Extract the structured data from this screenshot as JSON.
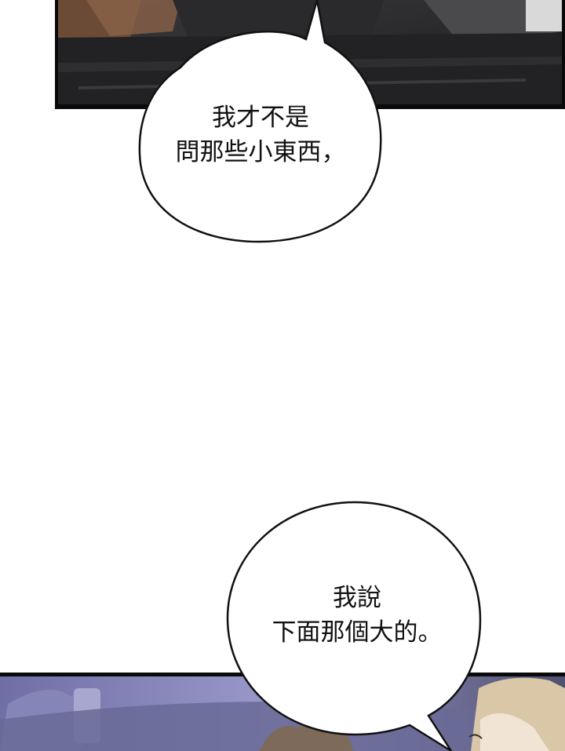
{
  "bubbles": [
    {
      "lines": [
        "我才不是",
        "問那些小東西，"
      ]
    },
    {
      "lines": [
        "我說",
        "下面那個大的。"
      ]
    }
  ],
  "colors": {
    "page": "#ffffff",
    "panel_border": "#0a0a0a",
    "bubble_fill": "#ffffff",
    "bubble_stroke": "#111111",
    "text": "#111111"
  }
}
